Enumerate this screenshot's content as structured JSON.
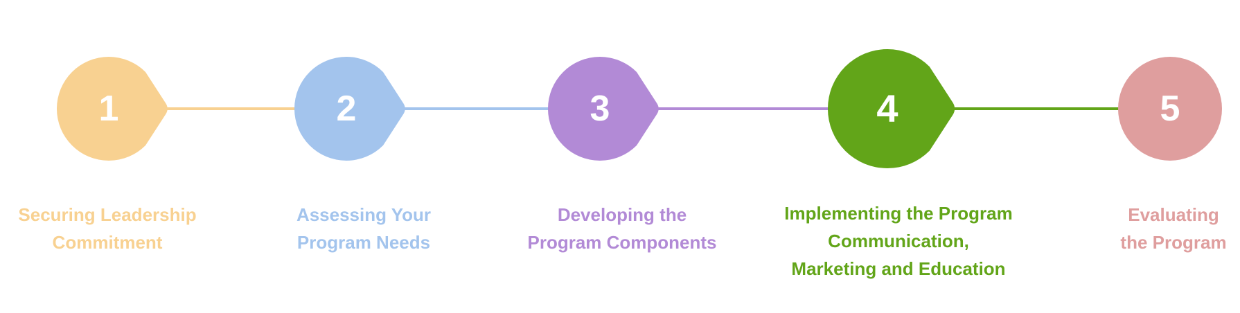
{
  "steps": [
    {
      "number": "1",
      "color": "#f8d191",
      "label_lines": [
        "Securing Leadership",
        "Commitment"
      ]
    },
    {
      "number": "2",
      "color": "#a3c4ed",
      "label_lines": [
        "Assessing Your",
        "Program Needs"
      ]
    },
    {
      "number": "3",
      "color": "#b28ad6",
      "label_lines": [
        "Developing the",
        "Program Components"
      ]
    },
    {
      "number": "4",
      "color": "#62a519",
      "label_lines": [
        "Implementing the Program",
        "Communication,",
        "Marketing and Education"
      ]
    },
    {
      "number": "5",
      "color": "#df9e9e",
      "label_lines": [
        "Evaluating",
        "the Program"
      ]
    }
  ]
}
